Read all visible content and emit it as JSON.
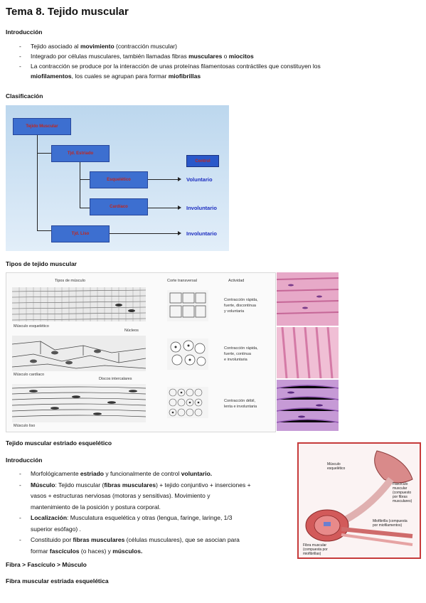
{
  "title": "Tema 8. Tejido muscular",
  "intro": {
    "heading": "Introducción",
    "bullets": [
      {
        "dash": "-",
        "parts": [
          [
            "Tejido asociado al ",
            false
          ],
          [
            "movimiento",
            true
          ],
          [
            " (contracción muscular)",
            false
          ]
        ]
      },
      {
        "dash": "-",
        "parts": [
          [
            "Integrado por células musculares, también llamadas fibras ",
            false
          ],
          [
            "musculares",
            true
          ],
          [
            " o ",
            false
          ],
          [
            "miocitos",
            true
          ]
        ]
      },
      {
        "dash": "-",
        "parts": [
          [
            "La contracción se produce por la interacción de unas proteínas filamentosas contráctiles que constituyen los",
            false
          ]
        ]
      },
      {
        "dash": "",
        "parts": [
          [
            "miofilamentos",
            true
          ],
          [
            ", los cuales se agrupan para formar ",
            false
          ],
          [
            "miofibrillas",
            true
          ]
        ]
      }
    ]
  },
  "classification": {
    "heading": "Clasificación",
    "diagram": {
      "root": "Tejido Muscular",
      "striated": "Tjd. Estriado",
      "skeletal": "Esquelético",
      "cardiac": "Cardíaco",
      "smooth": "Tjd. Liso",
      "control_header": "Control",
      "voluntary": "Voluntario",
      "involuntary_1": "Involuntario",
      "involuntary_2": "Involuntario"
    }
  },
  "types": {
    "heading": "Tipos de tejido muscular",
    "figure": {
      "col_types": "Tipos de músculo",
      "col_section": "Corte transversal",
      "col_activity": "Actividad",
      "skeletal_label": "Músculo esquelético",
      "nuclei_label": "Núcleos",
      "cardiac_label": "Músculo cardíaco",
      "discs_label": "Discos intercalares",
      "smooth_label": "Músculo liso",
      "act_skeletal": [
        "Contracción rápida,",
        "fuerte, discontinua",
        "y voluntaria"
      ],
      "act_cardiac": [
        "Contracción rápida,",
        "fuerte, continua",
        "e involuntaria"
      ],
      "act_smooth": [
        "Contracción débil,",
        "lenta e involuntaria"
      ]
    }
  },
  "skeletal": {
    "heading": "Tejido muscular estriado esquelético",
    "subheading": "Introducción",
    "bullets": [
      {
        "dash": "-",
        "parts": [
          [
            "Morfológicamente ",
            false
          ],
          [
            "estriado",
            true
          ],
          [
            " y funcionalmente de control ",
            false
          ],
          [
            "voluntario.",
            true
          ]
        ]
      },
      {
        "dash": "-",
        "parts": [
          [
            "Músculo",
            true
          ],
          [
            ": Tejido muscular (",
            false
          ],
          [
            "fibras musculares",
            true
          ],
          [
            ") + tejido conjuntivo + inserciones +",
            false
          ]
        ]
      },
      {
        "dash": "",
        "parts": [
          [
            "vasos + estructuras nerviosas (motoras y sensitivas). Movimiento y",
            false
          ]
        ]
      },
      {
        "dash": "",
        "parts": [
          [
            "mantenimiento de la posición y postura corporal.",
            false
          ]
        ]
      },
      {
        "dash": "-",
        "parts": [
          [
            "Localización",
            true
          ],
          [
            ": Musculatura esquelética y otras (lengua, faringe, laringe, 1/3",
            false
          ]
        ]
      },
      {
        "dash": "",
        "parts": [
          [
            "superior esófago) .",
            false
          ]
        ]
      },
      {
        "dash": "-",
        "parts": [
          [
            "Constituido por ",
            false
          ],
          [
            "fibras musculares",
            true
          ],
          [
            " (células musculares), que se asocian para",
            false
          ]
        ]
      },
      {
        "dash": "",
        "parts": [
          [
            "formar ",
            false
          ],
          [
            "fascículos",
            true
          ],
          [
            " (o haces) y ",
            false
          ],
          [
            "músculos.",
            true
          ]
        ]
      }
    ],
    "hierarchy": "Fibra > Fascículo > Músculo",
    "fiber_heading": "Fibra muscular estriada esquelética",
    "image": {
      "muscle": [
        "Músculo",
        "esquelético"
      ],
      "fascicle": [
        "Fascículo",
        "muscular",
        "(compuesto",
        "por fibras",
        "musculares)"
      ],
      "myofibril": [
        "Miofibrilla (compuesta",
        "por miofilamentos)"
      ],
      "fiber": [
        "Fibra muscular",
        "(compuesta por",
        "miofibrillas)"
      ]
    }
  },
  "colors": {
    "node_fill": "#3d6fd0",
    "node_text": "#c0271f",
    "label_blue": "#1d2ec0",
    "image_border": "#c63a3a"
  }
}
